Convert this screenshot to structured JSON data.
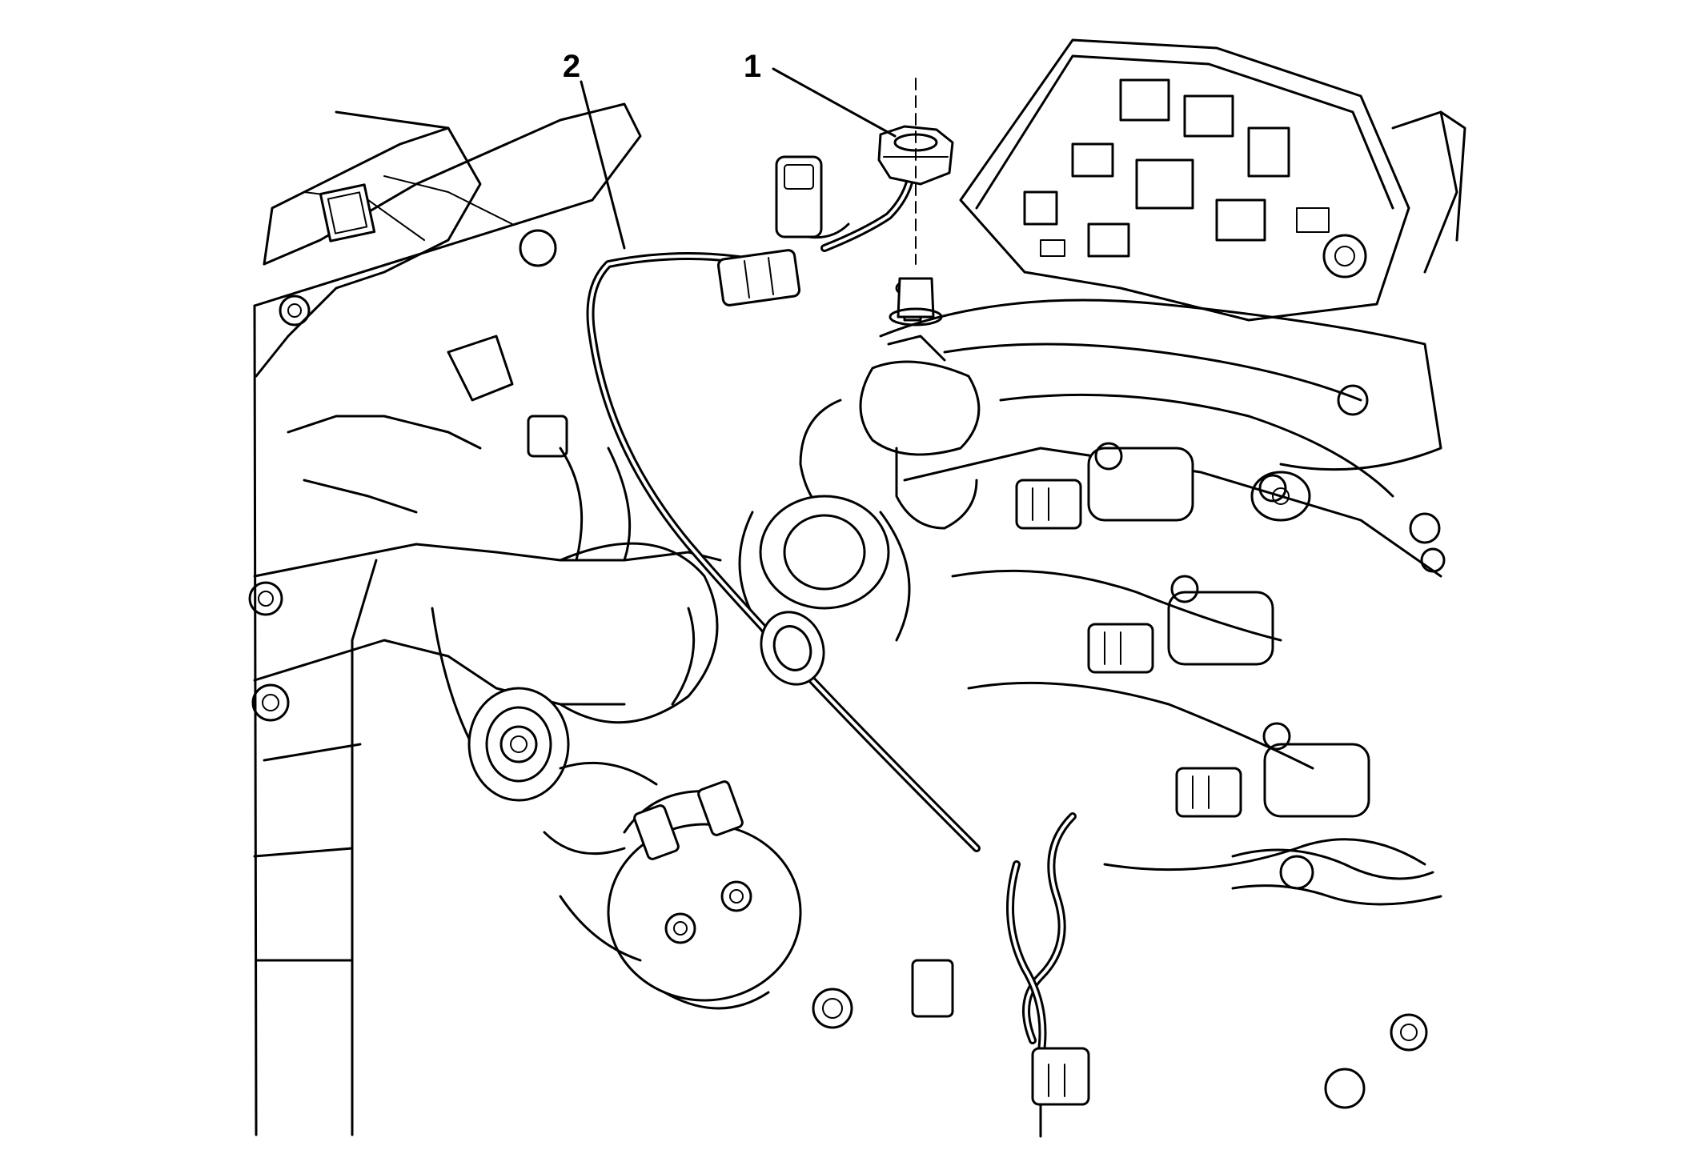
{
  "callouts": [
    {
      "label": "1",
      "part": "clip"
    },
    {
      "label": "2",
      "part": "wire harness"
    }
  ]
}
